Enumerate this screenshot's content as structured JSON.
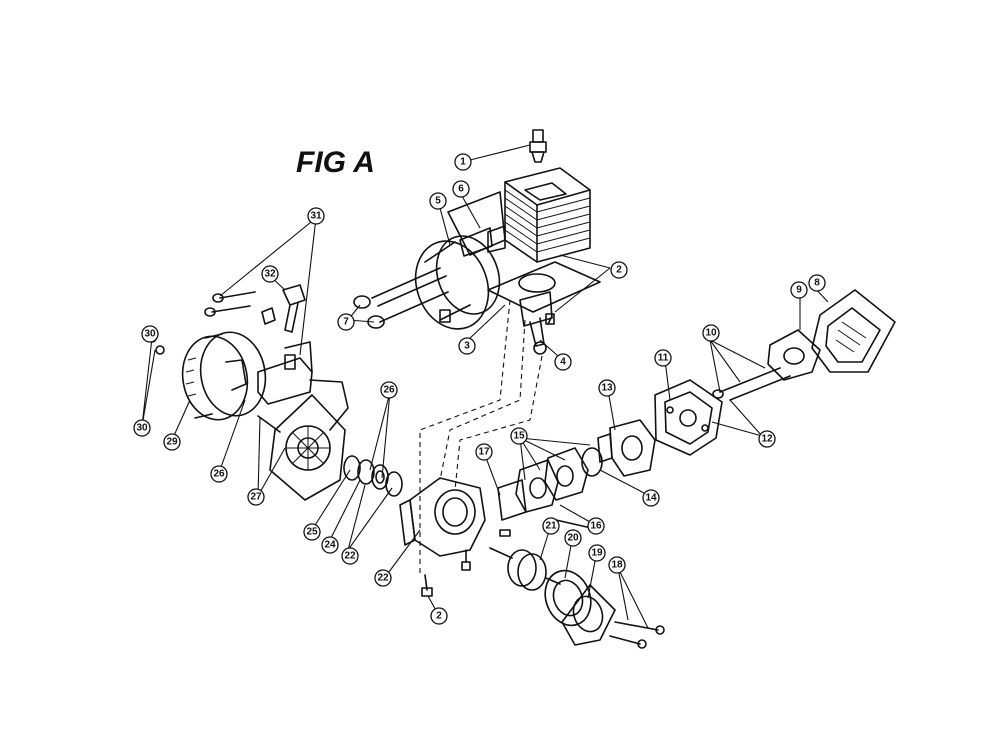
{
  "figure": {
    "title": "FIG A"
  },
  "callouts": [
    {
      "id": "1",
      "label": "1"
    },
    {
      "id": "2a",
      "label": "2"
    },
    {
      "id": "2b",
      "label": "2"
    },
    {
      "id": "3",
      "label": "3"
    },
    {
      "id": "4",
      "label": "4"
    },
    {
      "id": "5",
      "label": "5"
    },
    {
      "id": "6",
      "label": "6"
    },
    {
      "id": "7",
      "label": "7"
    },
    {
      "id": "8",
      "label": "8"
    },
    {
      "id": "9",
      "label": "9"
    },
    {
      "id": "10",
      "label": "10"
    },
    {
      "id": "11",
      "label": "11"
    },
    {
      "id": "12",
      "label": "12"
    },
    {
      "id": "13",
      "label": "13"
    },
    {
      "id": "14",
      "label": "14"
    },
    {
      "id": "15",
      "label": "15"
    },
    {
      "id": "16",
      "label": "16"
    },
    {
      "id": "17",
      "label": "17"
    },
    {
      "id": "18",
      "label": "18"
    },
    {
      "id": "19",
      "label": "19"
    },
    {
      "id": "20",
      "label": "20"
    },
    {
      "id": "21",
      "label": "21"
    },
    {
      "id": "22a",
      "label": "22"
    },
    {
      "id": "22b",
      "label": "22"
    },
    {
      "id": "24",
      "label": "24"
    },
    {
      "id": "25",
      "label": "25"
    },
    {
      "id": "26a",
      "label": "26"
    },
    {
      "id": "26b",
      "label": "26"
    },
    {
      "id": "27",
      "label": "27"
    },
    {
      "id": "29",
      "label": "29"
    },
    {
      "id": "30a",
      "label": "30"
    },
    {
      "id": "30b",
      "label": "30"
    },
    {
      "id": "31",
      "label": "31"
    },
    {
      "id": "32",
      "label": "32"
    }
  ]
}
